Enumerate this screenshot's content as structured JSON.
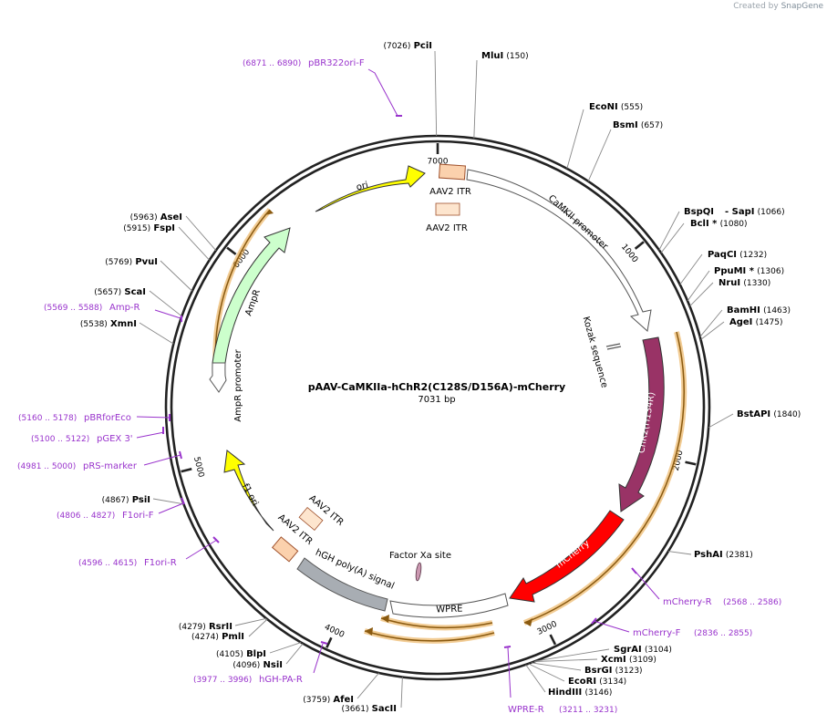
{
  "credit": {
    "prefix": "Created by",
    "brand": "SnapGene"
  },
  "plasmid": {
    "name": "pAAV-CaMKIIa-hChR2(C128S/D156A)-mCherry",
    "length_label": "7031 bp",
    "length": 7031
  },
  "ticks": [
    {
      "pos": 0,
      "label": "7000"
    },
    {
      "pos": 1000,
      "label": "1000"
    },
    {
      "pos": 2000,
      "label": "2000"
    },
    {
      "pos": 3000,
      "label": "3000"
    },
    {
      "pos": 4000,
      "label": "4000"
    },
    {
      "pos": 5000,
      "label": "5000"
    },
    {
      "pos": 6000,
      "label": "6000"
    }
  ],
  "sites": [
    {
      "name": "PciI",
      "pos_label": "(7026)",
      "bp": 7026,
      "tip": "477,56",
      "label_xy": "474,49",
      "side": "left"
    },
    {
      "name": "MluI",
      "pos_label": "(150)",
      "bp": 150,
      "tip": "523,66",
      "label_xy": "528,60",
      "side": "right"
    },
    {
      "name": "EcoNI",
      "pos_label": "(555)",
      "bp": 555,
      "tip": "640,120",
      "label_xy": "646,116",
      "side": "right"
    },
    {
      "name": "BsmI",
      "pos_label": "(657)",
      "bp": 657,
      "tip": "670,142",
      "label_xy": "672,136",
      "side": "right"
    },
    {
      "name": "BspQI",
      "pos_label": "",
      "bp": 1066,
      "tip": "745,232",
      "label_xy": "750,231",
      "side": "right"
    },
    {
      "name": "- SapI",
      "pos_label": "(1066)",
      "bp": 1066,
      "tip": "",
      "label_xy": "795,231",
      "side": "right"
    },
    {
      "name": "BclI *",
      "pos_label": "(1080)",
      "bp": 1080,
      "tip": "750,245",
      "label_xy": "757,244",
      "side": "right"
    },
    {
      "name": "PaqCI",
      "pos_label": "(1232)",
      "bp": 1232,
      "tip": "770,279",
      "label_xy": "776,278",
      "side": "right"
    },
    {
      "name": "PpuMI *",
      "pos_label": "(1306)",
      "bp": 1306,
      "tip": "778,297",
      "label_xy": "783,296",
      "side": "right"
    },
    {
      "name": "NruI",
      "pos_label": "(1330)",
      "bp": 1330,
      "tip": "782,310",
      "label_xy": "788,309",
      "side": "right"
    },
    {
      "name": "BamHI",
      "pos_label": "(1463)",
      "bp": 1463,
      "tip": "792,340",
      "label_xy": "797,339",
      "side": "right"
    },
    {
      "name": "AgeI",
      "pos_label": "(1475)",
      "bp": 1475,
      "tip": "794,353",
      "label_xy": "800,352",
      "side": "right"
    },
    {
      "name": "BstAPI",
      "pos_label": "(1840)",
      "bp": 1840,
      "tip": "804,454",
      "label_xy": "808,453",
      "side": "right"
    },
    {
      "name": "PshAI",
      "pos_label": "(2381)",
      "bp": 2381,
      "tip": "758,608",
      "label_xy": "761,607",
      "side": "right"
    },
    {
      "name": "SgrAI",
      "pos_label": "(3104)",
      "bp": 3104,
      "tip": "668,712",
      "label_xy": "673,711",
      "side": "right"
    },
    {
      "name": "XcmI",
      "pos_label": "(3109)",
      "bp": 3109,
      "tip": "655,723",
      "label_xy": "659,722",
      "side": "right"
    },
    {
      "name": "BsrGI",
      "pos_label": "(3123)",
      "bp": 3123,
      "tip": "637,735",
      "label_xy": "641,734",
      "side": "right"
    },
    {
      "name": "EcoRI",
      "pos_label": "(3134)",
      "bp": 3134,
      "tip": "619,747",
      "label_xy": "623,746",
      "side": "right"
    },
    {
      "name": "HindIII",
      "pos_label": "(3146)",
      "bp": 3146,
      "tip": "598,759",
      "label_xy": "601,758",
      "side": "right"
    },
    {
      "name": "SacII",
      "pos_label": "(3661)",
      "bp": 3661,
      "tip": "440,776",
      "label_xy": "435,776",
      "side": "left"
    },
    {
      "name": "AfeI",
      "pos_label": "(3759)",
      "bp": 3759,
      "tip": "392,766",
      "label_xy": "388,766",
      "side": "left"
    },
    {
      "name": "NsiI",
      "pos_label": "(4096)",
      "bp": 4096,
      "tip": "314,728",
      "label_xy": "310,728",
      "side": "left"
    },
    {
      "name": "BlpI",
      "pos_label": "(4105)",
      "bp": 4105,
      "tip": "296,716",
      "label_xy": "292,716",
      "side": "left"
    },
    {
      "name": "PmlI",
      "pos_label": "(4274)",
      "bp": 4274,
      "tip": "273,698",
      "label_xy": "268,697",
      "side": "left"
    },
    {
      "name": "RsrII",
      "pos_label": "(4279)",
      "bp": 4279,
      "tip": "258,686",
      "label_xy": "255,686",
      "side": "left"
    },
    {
      "name": "PsiI",
      "pos_label": "(4867)",
      "bp": 4867,
      "tip": "168,547",
      "label_xy": "165,547",
      "side": "left"
    },
    {
      "name": "XmnI",
      "pos_label": "(5538)",
      "bp": 5538,
      "tip": "153,354",
      "label_xy": "150,354",
      "side": "left"
    },
    {
      "name": "ScaI",
      "pos_label": "(5657)",
      "bp": 5657,
      "tip": "164,319",
      "label_xy": "160,319",
      "side": "left"
    },
    {
      "name": "PvuI",
      "pos_label": "(5769)",
      "bp": 5769,
      "tip": "176,286",
      "label_xy": "173,286",
      "side": "left"
    },
    {
      "name": "FspI",
      "pos_label": "(5915)",
      "bp": 5915,
      "tip": "196,249",
      "label_xy": "192,249",
      "side": "left"
    },
    {
      "name": "AseI",
      "pos_label": "(5963)",
      "bp": 5963,
      "tip": "204,237",
      "label_xy": "200,237",
      "side": "left"
    }
  ],
  "primers": [
    {
      "name": "pBR322ori-F",
      "range": "(6871 .. 6890)"
    },
    {
      "name": "Amp-R",
      "range": "(5569 .. 5588)"
    },
    {
      "name": "pBRforEco",
      "range": "(5160 .. 5178)"
    },
    {
      "name": "pGEX 3'",
      "range": "(5100 .. 5122)"
    },
    {
      "name": "pRS-marker",
      "range": "(4981 .. 5000)"
    },
    {
      "name": "F1ori-F",
      "range": "(4806 .. 4827)"
    },
    {
      "name": "F1ori-R",
      "range": "(4596 .. 4615)"
    },
    {
      "name": "hGH-PA-R",
      "range": "(3977 .. 3996)"
    },
    {
      "name": "WPRE-R",
      "range": "(3211 .. 3231)"
    },
    {
      "name": "mCherry-F",
      "range": "(2836 .. 2855)"
    },
    {
      "name": "mCherry-R",
      "range": "(2568 .. 2586)"
    }
  ],
  "features": [
    {
      "name": "ori",
      "color": "#ffff00",
      "type": "arrow"
    },
    {
      "name": "AAV2 ITR",
      "color": "#fbd1ad",
      "type": "box"
    },
    {
      "name": "AAV2 ITR",
      "color": "#fbd1ad",
      "type": "box"
    },
    {
      "name": "CaMKII promoter",
      "color": "#ffffff",
      "type": "arrow"
    },
    {
      "name": "Kozak sequence",
      "color": "#808080",
      "type": "mark"
    },
    {
      "name": "ChR2(H134R)",
      "color": "#993366",
      "type": "arrow"
    },
    {
      "name": "mCherry",
      "color": "#ff0000",
      "type": "arrow"
    },
    {
      "name": "WPRE",
      "color": "#ffffff",
      "type": "box"
    },
    {
      "name": "Factor Xa site",
      "color": "#cc99b2",
      "type": "mark"
    },
    {
      "name": "hGH poly(A) signal",
      "color": "#a8a8a8",
      "type": "box"
    },
    {
      "name": "AAV2 ITR",
      "color": "#fbd1ad",
      "type": "box"
    },
    {
      "name": "AAV2 ITR",
      "color": "#fbd1ad",
      "type": "box"
    },
    {
      "name": "f1 ori",
      "color": "#ffff00",
      "type": "arrow"
    },
    {
      "name": "AmpR",
      "color": "#ccffcc",
      "type": "arrow"
    },
    {
      "name": "AmpR promoter",
      "color": "#ffffff",
      "type": "arrow"
    }
  ],
  "colors": {
    "primer": "#9933cc",
    "orf": "#e8a33d",
    "backbone": "#222222"
  }
}
